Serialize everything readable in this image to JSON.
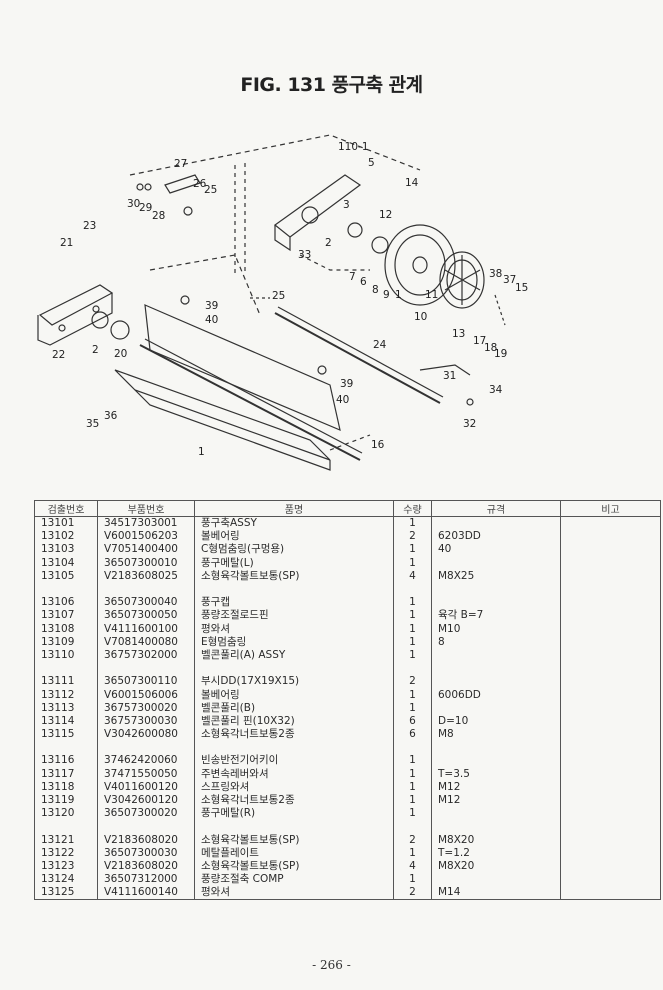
{
  "title": "FIG. 131 풍구축 관계",
  "diagram": {
    "callouts": [
      "110-1",
      "27",
      "5",
      "14",
      "26",
      "25",
      "30",
      "29",
      "28",
      "3",
      "12",
      "23",
      "21",
      "2",
      "33",
      "7",
      "6",
      "8",
      "9",
      "1",
      "11",
      "38",
      "37",
      "15",
      "25",
      "39",
      "40",
      "10",
      "13",
      "17",
      "18",
      "19",
      "22",
      "2",
      "20",
      "24",
      "31",
      "39",
      "40",
      "34",
      "36",
      "35",
      "32",
      "16",
      "1"
    ]
  },
  "table": {
    "headers": [
      "검출번호",
      "부품번호",
      "품명",
      "수량",
      "규격",
      "비고"
    ],
    "rows": [
      {
        "no": "13101",
        "part": "34517303001",
        "name": "풍구축ASSY",
        "qty": "1",
        "spec": "",
        "note": ""
      },
      {
        "no": "13102",
        "part": "V6001506203",
        "name": "볼베어링",
        "qty": "2",
        "spec": "6203DD",
        "note": ""
      },
      {
        "no": "13103",
        "part": "V7051400400",
        "name": "C형멈춤링(구멍용)",
        "qty": "1",
        "spec": "40",
        "note": ""
      },
      {
        "no": "13104",
        "part": "36507300010",
        "name": "풍구메탈(L)",
        "qty": "1",
        "spec": "",
        "note": ""
      },
      {
        "no": "13105",
        "part": "V2183608025",
        "name": "소형육각볼트보통(SP)",
        "qty": "4",
        "spec": "M8X25",
        "note": ""
      },
      {
        "gap": true
      },
      {
        "no": "13106",
        "part": "36507300040",
        "name": "풍구캡",
        "qty": "1",
        "spec": "",
        "note": ""
      },
      {
        "no": "13107",
        "part": "36507300050",
        "name": "풍량조절로드핀",
        "qty": "1",
        "spec": "육각 B=7",
        "note": ""
      },
      {
        "no": "13108",
        "part": "V4111600100",
        "name": "평와셔",
        "qty": "1",
        "spec": "M10",
        "note": ""
      },
      {
        "no": "13109",
        "part": "V7081400080",
        "name": "E형멈춤링",
        "qty": "1",
        "spec": "8",
        "note": ""
      },
      {
        "no": "13110",
        "part": "36757302000",
        "name": "벨콘풀리(A) ASSY",
        "qty": "1",
        "spec": "",
        "note": ""
      },
      {
        "gap": true
      },
      {
        "no": "13111",
        "part": "36507300110",
        "name": "부시DD(17X19X15)",
        "qty": "2",
        "spec": "",
        "note": ""
      },
      {
        "no": "13112",
        "part": "V6001506006",
        "name": "볼베어링",
        "qty": "1",
        "spec": "6006DD",
        "note": ""
      },
      {
        "no": "13113",
        "part": "36757300020",
        "name": "벨콘풀리(B)",
        "qty": "1",
        "spec": "",
        "note": ""
      },
      {
        "no": "13114",
        "part": "36757300030",
        "name": "벨콘풀리 핀(10X32)",
        "qty": "6",
        "spec": "D=10",
        "note": ""
      },
      {
        "no": "13115",
        "part": "V3042600080",
        "name": "소형육각너트보통2종",
        "qty": "6",
        "spec": "M8",
        "note": ""
      },
      {
        "gap": true
      },
      {
        "no": "13116",
        "part": "37462420060",
        "name": "빈송반전기어키이",
        "qty": "1",
        "spec": "",
        "note": ""
      },
      {
        "no": "13117",
        "part": "37471550050",
        "name": "주변속레버와셔",
        "qty": "1",
        "spec": "T=3.5",
        "note": ""
      },
      {
        "no": "13118",
        "part": "V4011600120",
        "name": "스프링와셔",
        "qty": "1",
        "spec": "M12",
        "note": ""
      },
      {
        "no": "13119",
        "part": "V3042600120",
        "name": "소형육각너트보통2종",
        "qty": "1",
        "spec": "M12",
        "note": ""
      },
      {
        "no": "13120",
        "part": "36507300020",
        "name": "풍구메탈(R)",
        "qty": "1",
        "spec": "",
        "note": ""
      },
      {
        "gap": true
      },
      {
        "no": "13121",
        "part": "V2183608020",
        "name": "소형육각볼트보통(SP)",
        "qty": "2",
        "spec": "M8X20",
        "note": ""
      },
      {
        "no": "13122",
        "part": "36507300030",
        "name": "메탈플레이트",
        "qty": "1",
        "spec": "T=1.2",
        "note": ""
      },
      {
        "no": "13123",
        "part": "V2183608020",
        "name": "소형육각볼트보통(SP)",
        "qty": "4",
        "spec": "M8X20",
        "note": ""
      },
      {
        "no": "13124",
        "part": "36507312000",
        "name": "풍량조절축 COMP",
        "qty": "1",
        "spec": "",
        "note": ""
      },
      {
        "no": "13125",
        "part": "V4111600140",
        "name": "평와셔",
        "qty": "2",
        "spec": "M14",
        "note": ""
      }
    ]
  },
  "page_number": "- 266 -"
}
